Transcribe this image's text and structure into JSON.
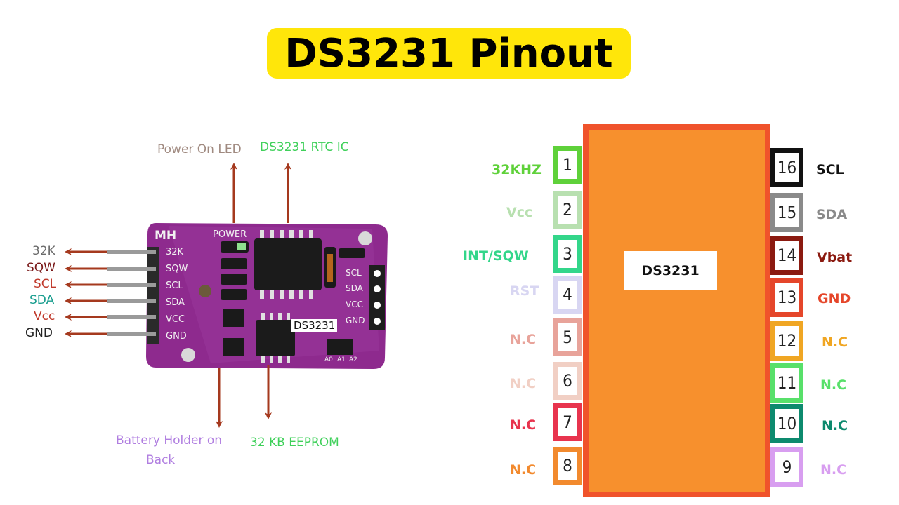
{
  "title": "DS3231 Pinout",
  "module": {
    "callouts": {
      "power_led": "Power On LED",
      "rtc_ic": "DS3231 RTC IC",
      "battery_holder": "Battery Holder on Back",
      "battery_holder_line1": "Battery Holder on",
      "battery_holder_line2": "Back",
      "eeprom": "32 KB EEPROM"
    },
    "left_pins": [
      {
        "label": "32K",
        "color": "#6b6b6b"
      },
      {
        "label": "SQW",
        "color": "#7a1a1a"
      },
      {
        "label": "SCL",
        "color": "#c0392b"
      },
      {
        "label": "SDA",
        "color": "#1a9e8f"
      },
      {
        "label": "Vcc",
        "color": "#c0392b"
      },
      {
        "label": "GND",
        "color": "#222222"
      }
    ],
    "board_text": {
      "brand": "MH",
      "power": "POWER",
      "header_left": [
        "32K",
        "SQW",
        "SCL",
        "SDA",
        "VCC",
        "GND"
      ],
      "header_right": [
        "SCL",
        "SDA",
        "VCC",
        "GND"
      ],
      "ic_label": "DS3231",
      "addr": [
        "A0",
        "A1",
        "A2"
      ]
    },
    "colors": {
      "board": "#8e2a8e",
      "arrow": "#a5391e"
    }
  },
  "chip": {
    "name": "DS3231",
    "body_color": "#f7902d",
    "border_color": "#f0532b",
    "left_pins": [
      {
        "num": "1",
        "label": "32KHZ",
        "color": "#5fd13a"
      },
      {
        "num": "2",
        "label": "Vcc",
        "color": "#b8e0b0"
      },
      {
        "num": "3",
        "label": "INT/SQW",
        "color": "#33d68a"
      },
      {
        "num": "4",
        "label": "RST",
        "color": "#d8d6f2"
      },
      {
        "num": "5",
        "label": "N.C",
        "color": "#e8a39a"
      },
      {
        "num": "6",
        "label": "N.C",
        "color": "#f1cfc4"
      },
      {
        "num": "7",
        "label": "N.C",
        "color": "#e8344e"
      },
      {
        "num": "8",
        "label": "N.C",
        "color": "#f28a2e"
      }
    ],
    "right_pins": [
      {
        "num": "16",
        "label": "SCL",
        "color": "#111111"
      },
      {
        "num": "15",
        "label": "SDA",
        "color": "#8a8a8a"
      },
      {
        "num": "14",
        "label": "Vbat",
        "color": "#8b1a10"
      },
      {
        "num": "13",
        "label": "GND",
        "color": "#e5462a"
      },
      {
        "num": "12",
        "label": "N.C",
        "color": "#f0a623"
      },
      {
        "num": "11",
        "label": "N.C",
        "color": "#58e06a"
      },
      {
        "num": "10",
        "label": "N.C",
        "color": "#0d8a6e"
      },
      {
        "num": "9",
        "label": "N.C",
        "color": "#d89ef0"
      }
    ]
  }
}
